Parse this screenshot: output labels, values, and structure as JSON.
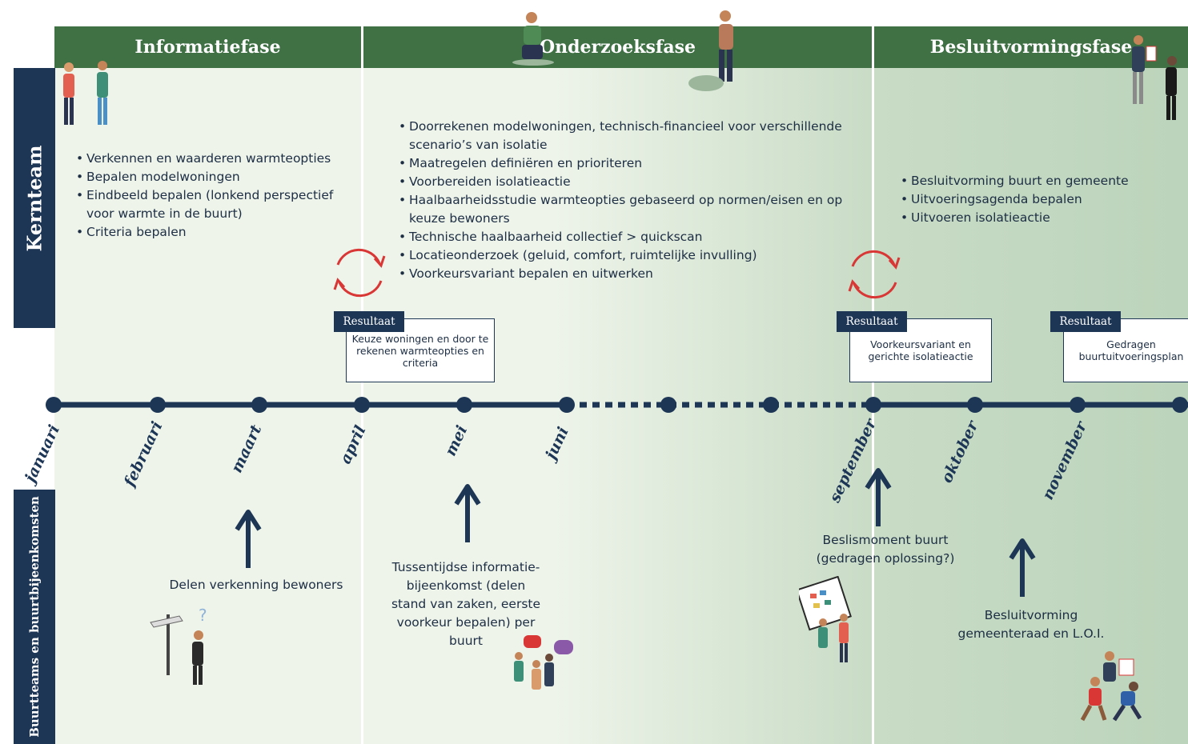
{
  "phases": [
    {
      "label": "Informatiefase"
    },
    {
      "label": "Onderzoeksfase"
    },
    {
      "label": "Besluitvormingsfase"
    }
  ],
  "side_labels": {
    "kernteam": "Kernteam",
    "buurt": "Buurtteams en buurtbijeenkomsten"
  },
  "kernteam_tasks": {
    "informatie": [
      "Verkennen en waarderen warmteopties",
      "Bepalen modelwoningen",
      "Eindbeeld bepalen (lonkend perspectief voor warmte in de buurt)",
      "Criteria bepalen"
    ],
    "onderzoek": [
      "Doorrekenen modelwoningen, technisch-financieel voor verschillende scenario’s van isolatie",
      "Maatregelen definiëren en prioriteren",
      "Voorbereiden isolatieactie",
      "Haalbaarheidsstudie warmteopties gebaseerd op normen/eisen en op keuze bewoners",
      "Technische haalbaarheid collectief > quickscan",
      "Locatieonderzoek (geluid, comfort, ruimtelijke invulling)",
      "Voorkeursvariant bepalen en uitwerken"
    ],
    "besluit": [
      "Besluitvorming buurt en gemeente",
      "Uitvoeringsagenda bepalen",
      "Uitvoeren isolatieactie"
    ]
  },
  "results": [
    {
      "tag": "Resultaat",
      "text": "Keuze woningen en door te rekenen warmteopties en criteria"
    },
    {
      "tag": "Resultaat",
      "text": "Voorkeursvariant en gerichte isolatieactie"
    },
    {
      "tag": "Resultaat",
      "text": "Gedragen buurtuitvoeringsplan"
    }
  ],
  "months": [
    "januari",
    "februari",
    "maart",
    "april",
    "mei",
    "juni",
    "september",
    "oktober",
    "november"
  ],
  "events": [
    {
      "text": "Delen verkenning bewoners"
    },
    {
      "text": "Tussentijdse informatie-bijeenkomst (delen stand van zaken, eerste voorkeur bepalen) per buurt"
    },
    {
      "text": "Beslismoment buurt (gedragen oplossing?)"
    },
    {
      "text": "Besluitvorming gemeenteraad en L.O.I."
    }
  ],
  "colors": {
    "phase_header": "#3f7145",
    "navy": "#1d3656",
    "cycle_arrow": "#d93636",
    "bg_light": "#eef4ea",
    "bg_dark": "#bcd4bb"
  }
}
